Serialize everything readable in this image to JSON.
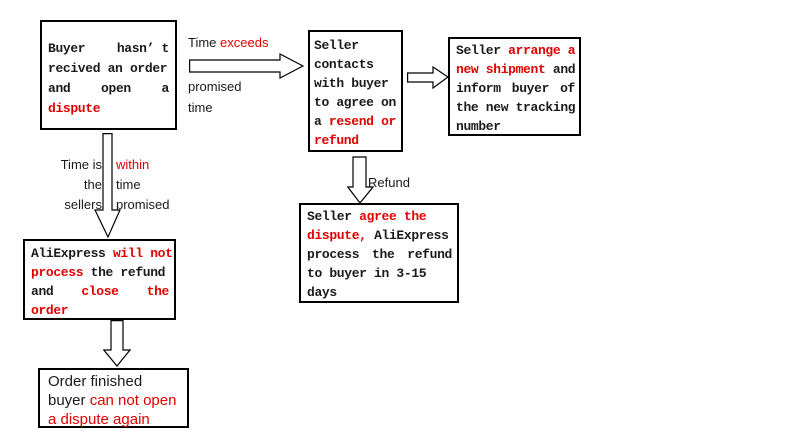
{
  "colors": {
    "red": "#e00000",
    "black": "#1a1a1a",
    "box_border": "#000000",
    "background": "#ffffff"
  },
  "boxes": {
    "buyer_dispute": {
      "lines": [
        {
          "justify": true,
          "segments": [
            {
              "t": "Buyer",
              "c": "black"
            },
            {
              "t": "hasn’ t",
              "c": "black"
            }
          ]
        },
        {
          "segments": [
            {
              "t": "recived an order",
              "c": "black"
            }
          ]
        },
        {
          "justify": true,
          "segments": [
            {
              "t": "and",
              "c": "black"
            },
            {
              "t": "open",
              "c": "black"
            },
            {
              "t": "a",
              "c": "black"
            }
          ]
        },
        {
          "segments": [
            {
              "t": "dispute",
              "c": "red"
            }
          ]
        }
      ]
    },
    "seller_contacts": {
      "lines": [
        {
          "segments": [
            {
              "t": "Seller",
              "c": "black"
            }
          ]
        },
        {
          "segments": [
            {
              "t": "contacts",
              "c": "black"
            }
          ]
        },
        {
          "segments": [
            {
              "t": "with buyer",
              "c": "black"
            }
          ]
        },
        {
          "segments": [
            {
              "t": "to agree on",
              "c": "black"
            }
          ]
        },
        {
          "segments": [
            {
              "t": "a ",
              "c": "black"
            },
            {
              "t": "resend or",
              "c": "red"
            }
          ]
        },
        {
          "segments": [
            {
              "t": "refund",
              "c": "red"
            }
          ]
        }
      ]
    },
    "seller_arrange": {
      "lines": [
        {
          "segments": [
            {
              "t": "Seller ",
              "c": "black"
            },
            {
              "t": "arrange a",
              "c": "red"
            }
          ]
        },
        {
          "segments": [
            {
              "t": "new shipment",
              "c": "red"
            },
            {
              "t": " and",
              "c": "black"
            }
          ]
        },
        {
          "justify": true,
          "segments": [
            {
              "t": "inform",
              "c": "black"
            },
            {
              "t": "buyer",
              "c": "black"
            },
            {
              "t": "of",
              "c": "black"
            }
          ]
        },
        {
          "segments": [
            {
              "t": "the new tracking",
              "c": "black"
            }
          ]
        },
        {
          "segments": [
            {
              "t": "number",
              "c": "black"
            }
          ]
        }
      ]
    },
    "aliexpress_close": {
      "lines": [
        {
          "segments": [
            {
              "t": "AliExpress ",
              "c": "black"
            },
            {
              "t": "will not",
              "c": "red"
            }
          ]
        },
        {
          "segments": [
            {
              "t": "process",
              "c": "red"
            },
            {
              "t": " the refund",
              "c": "black"
            }
          ]
        },
        {
          "justify": true,
          "segments": [
            {
              "t": "and",
              "c": "black"
            },
            {
              "t": "close",
              "c": "red"
            },
            {
              "t": "the",
              "c": "red"
            }
          ]
        },
        {
          "segments": [
            {
              "t": "order",
              "c": "red"
            }
          ]
        }
      ]
    },
    "seller_agree": {
      "lines": [
        {
          "segments": [
            {
              "t": "Seller ",
              "c": "black"
            },
            {
              "t": "agree the",
              "c": "red"
            }
          ]
        },
        {
          "segments": [
            {
              "t": "dispute,",
              "c": "red"
            },
            {
              "t": " AliExpress",
              "c": "black"
            }
          ]
        },
        {
          "justify": true,
          "segments": [
            {
              "t": "process",
              "c": "black"
            },
            {
              "t": "the",
              "c": "black"
            },
            {
              "t": "refund",
              "c": "black"
            }
          ]
        },
        {
          "segments": [
            {
              "t": "to buyer in 3-15",
              "c": "black"
            }
          ]
        },
        {
          "segments": [
            {
              "t": "days",
              "c": "black"
            }
          ]
        }
      ]
    },
    "order_finished": {
      "lines": [
        {
          "segments": [
            {
              "t": "Order finished",
              "c": "black"
            }
          ]
        },
        {
          "segments": [
            {
              "t": "buyer ",
              "c": "black"
            },
            {
              "t": "can not open",
              "c": "red"
            }
          ]
        },
        {
          "segments": [
            {
              "t": "a dispute again",
              "c": "red"
            }
          ]
        }
      ]
    }
  },
  "labels": {
    "time_exceeds": {
      "lines": [
        {
          "segments": [
            {
              "t": "Time ",
              "c": "black"
            },
            {
              "t": "exceeds",
              "c": "red"
            }
          ]
        }
      ]
    },
    "promised_time": {
      "lines": [
        {
          "segments": [
            {
              "t": "promised",
              "c": "black"
            }
          ]
        },
        {
          "segments": [
            {
              "t": "time",
              "c": "black"
            }
          ]
        }
      ]
    },
    "within_left": {
      "lines": [
        {
          "segments": [
            {
              "t": "Time is",
              "c": "black"
            }
          ]
        },
        {
          "segments": [
            {
              "t": "the",
              "c": "black"
            }
          ]
        },
        {
          "segments": [
            {
              "t": "sellers",
              "c": "black"
            }
          ]
        }
      ]
    },
    "within_right": {
      "lines": [
        {
          "segments": [
            {
              "t": "within",
              "c": "red"
            }
          ]
        },
        {
          "segments": [
            {
              "t": "time",
              "c": "black"
            }
          ]
        },
        {
          "segments": [
            {
              "t": "promised",
              "c": "black"
            }
          ]
        }
      ]
    },
    "refund": {
      "lines": [
        {
          "segments": [
            {
              "t": "Refund",
              "c": "black"
            }
          ]
        }
      ]
    }
  }
}
